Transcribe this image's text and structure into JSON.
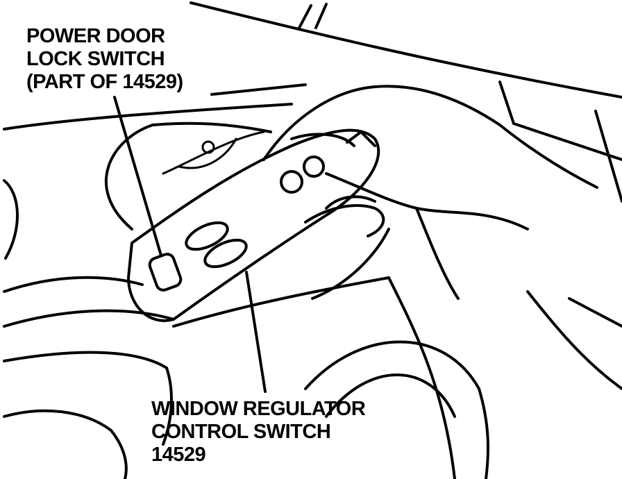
{
  "callouts": {
    "lock_switch": {
      "line1": "POWER DOOR",
      "line2": "LOCK SWITCH",
      "line3": "(PART OF 14529)"
    },
    "window_switch": {
      "line1": "WINDOW REGULATOR",
      "line2": "CONTROL SWITCH",
      "line3": "14529"
    }
  },
  "colors": {
    "line": "#000000",
    "background": "#ffffff"
  }
}
